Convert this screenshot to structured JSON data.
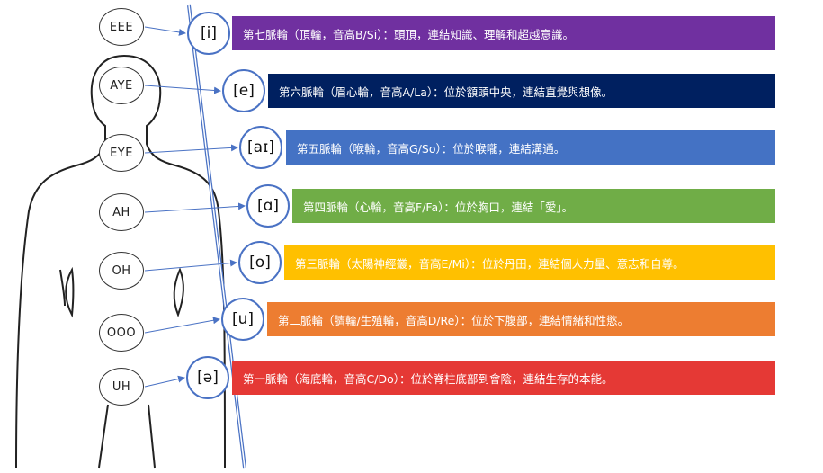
{
  "chakras": [
    {
      "sound": "EEE",
      "vowel": "[i]",
      "color": "#7030a0",
      "text_color": "#ffffff",
      "description": "第七脈輪（頂輪，音高B/Si）：頭頂，連結知識、理解和超越意識。"
    },
    {
      "sound": "AYE",
      "vowel": "[e]",
      "color": "#002060",
      "text_color": "#ffffff",
      "description": "第六脈輪（眉心輪，音高A/La）：位於額頭中央，連結直覺與想像。"
    },
    {
      "sound": "EYE",
      "vowel": "[aɪ]",
      "color": "#4472c4",
      "text_color": "#ffffff",
      "description": "第五脈輪（喉輪，音高G/So）：位於喉嚨，連結溝通。"
    },
    {
      "sound": "AH",
      "vowel": "[ɑ]",
      "color": "#70ad47",
      "text_color": "#ffffff",
      "description": "第四脈輪（心輪，音高F/Fa）：位於胸口，連結「愛」。"
    },
    {
      "sound": "OH",
      "vowel": "[o]",
      "color": "#ffc000",
      "text_color": "#ffffff",
      "description": "第三脈輪（太陽神經叢，音高E/Mi）：位於丹田，連結個人力量、意志和自尊。"
    },
    {
      "sound": "OOO",
      "vowel": "[u]",
      "color": "#ed7d31",
      "text_color": "#ffffff",
      "description": "第二脈輪（臍輪/生殖輪，音高D/Re）：位於下腹部，連結情緒和性慾。"
    },
    {
      "sound": "UH",
      "vowel": "[ə]",
      "color": "#e53935",
      "text_color": "#ffffff",
      "description": "第一脈輪（海底輪，音高C/Do）：位於脊柱底部到會陰，連結生存的本能。"
    }
  ]
}
